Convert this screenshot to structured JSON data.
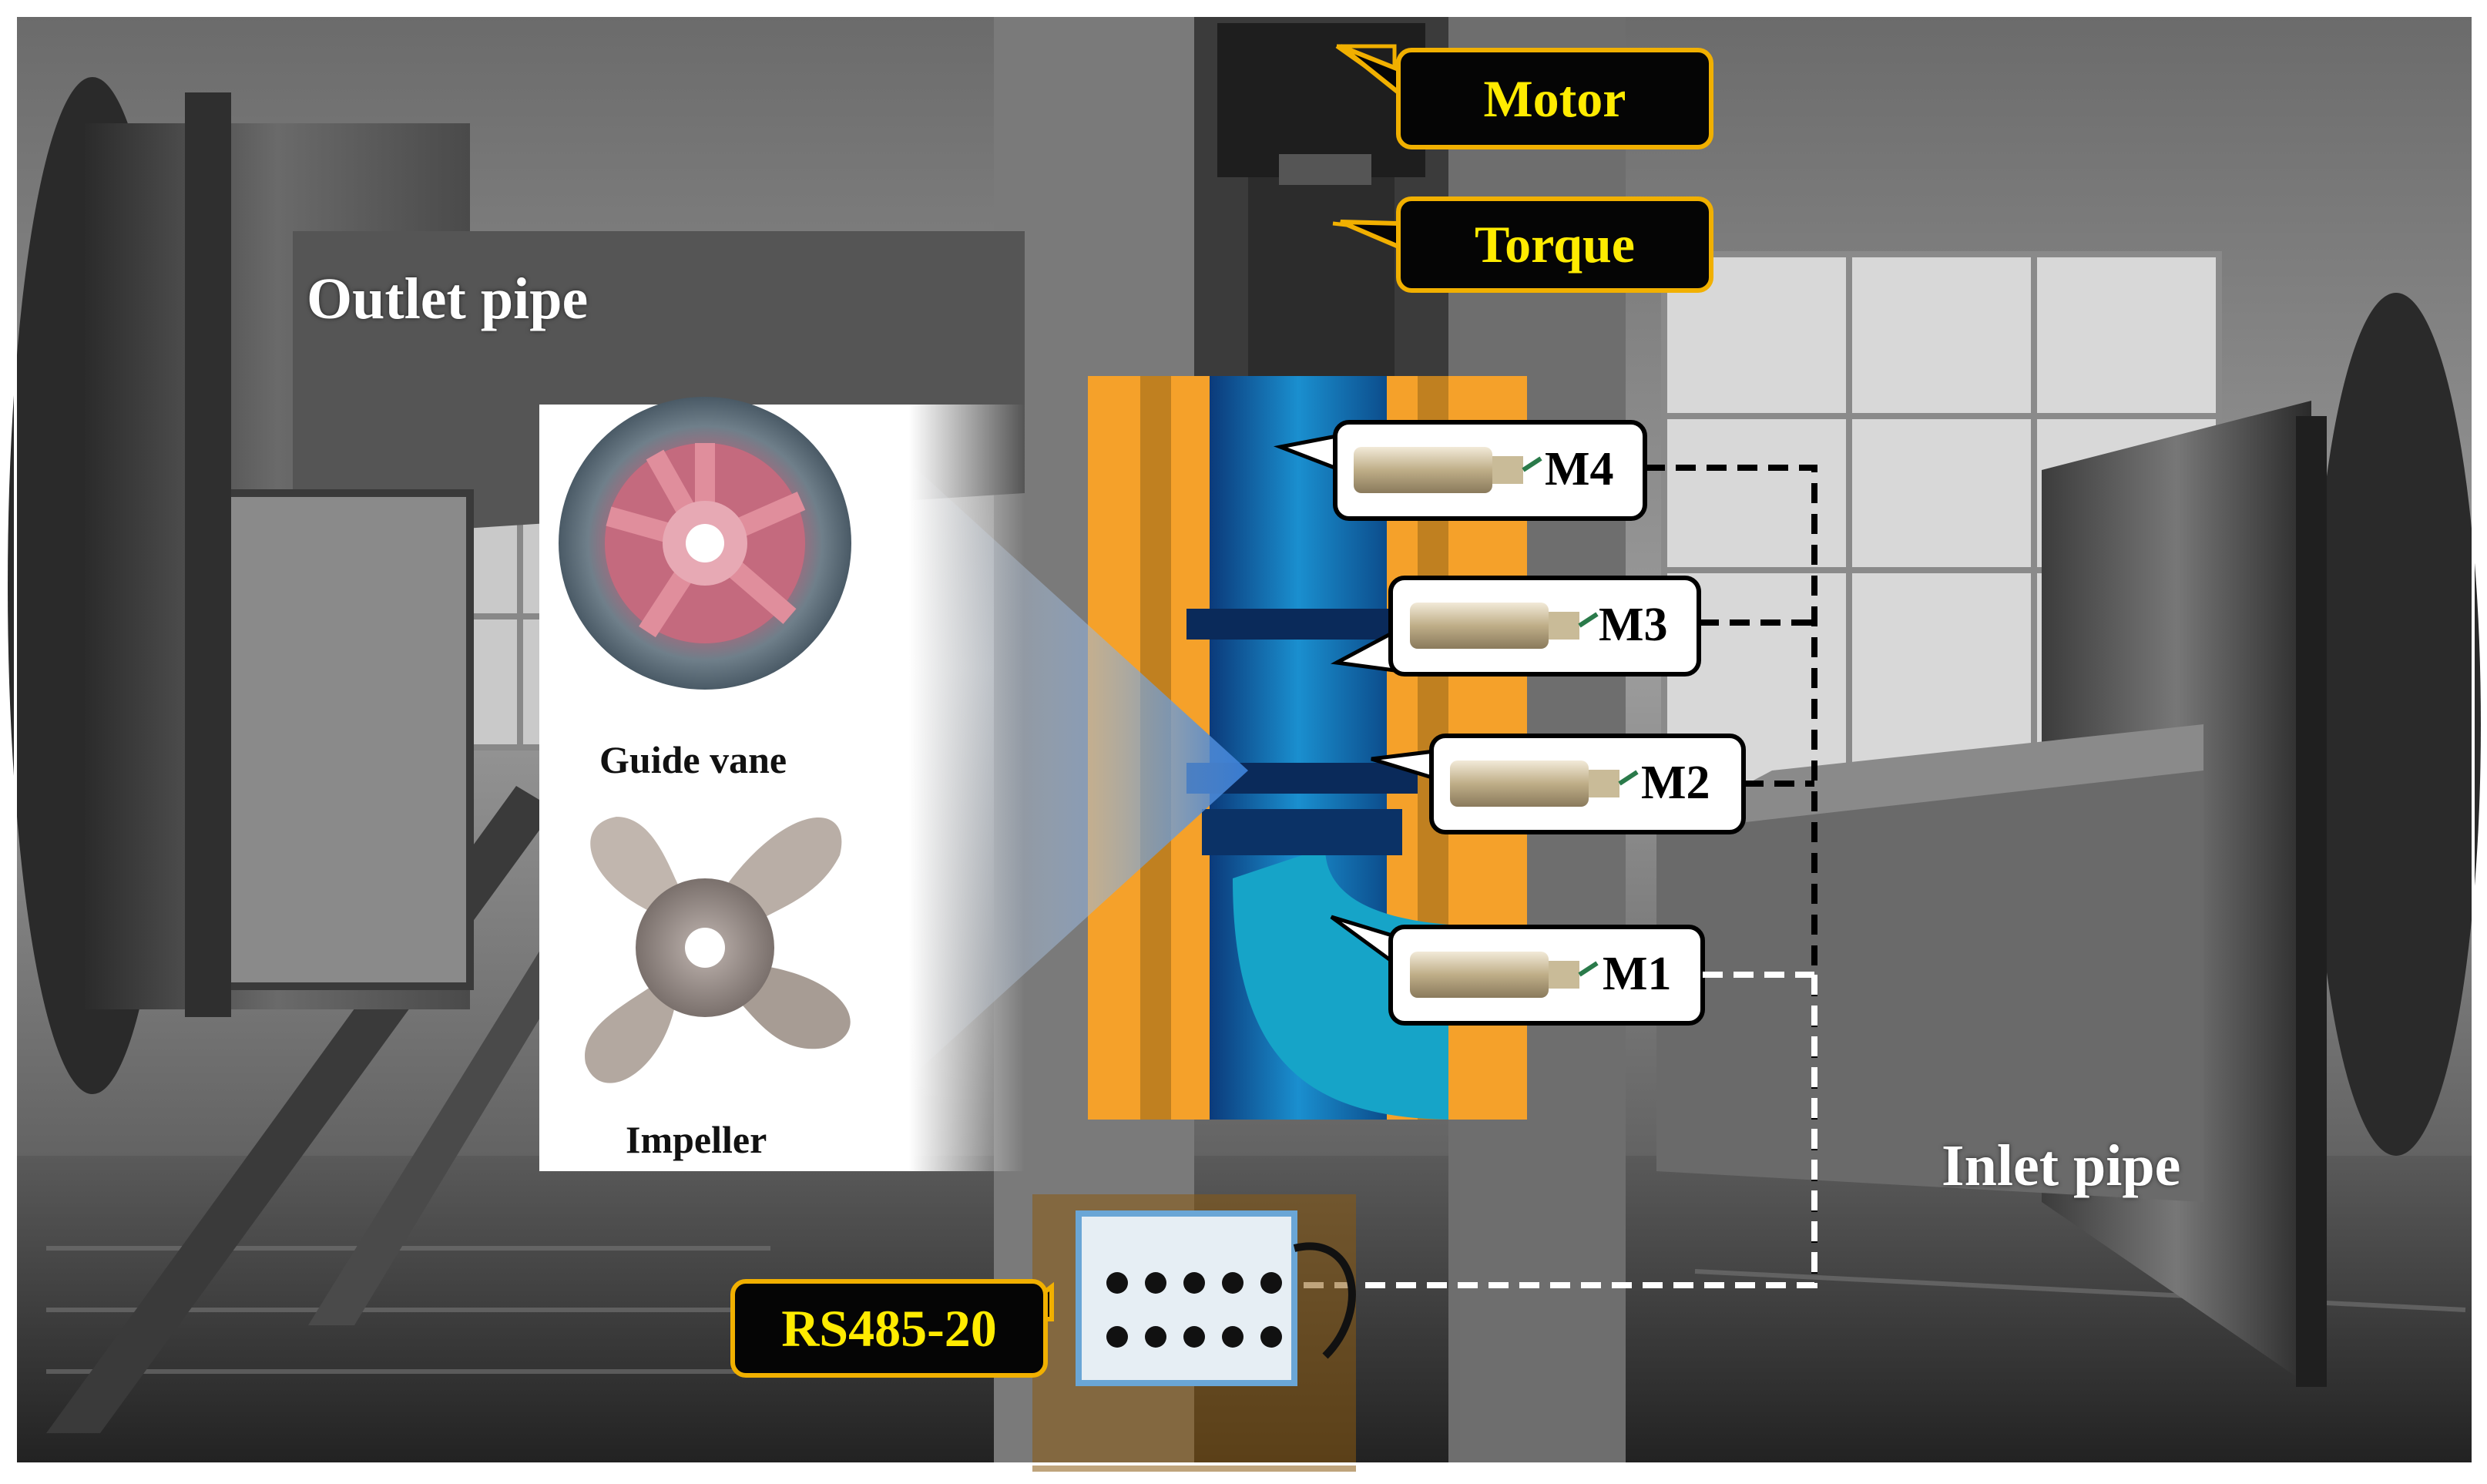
{
  "labels": {
    "outlet_pipe": "Outlet pipe",
    "inlet_pipe": "Inlet pipe",
    "guide_vane": "Guide vane",
    "impeller": "Impeller"
  },
  "tags": {
    "motor": "Motor",
    "torque": "Torque",
    "acquisition": "RS485-20"
  },
  "sensors": [
    "M4",
    "M3",
    "M2",
    "M1"
  ],
  "colors": {
    "tag_fill": "#050505",
    "tag_border": "#f1b000",
    "tag_text": "#ffeb00",
    "pump_blue": "#1a8fcf",
    "frame_orange": "#f5a12a"
  }
}
